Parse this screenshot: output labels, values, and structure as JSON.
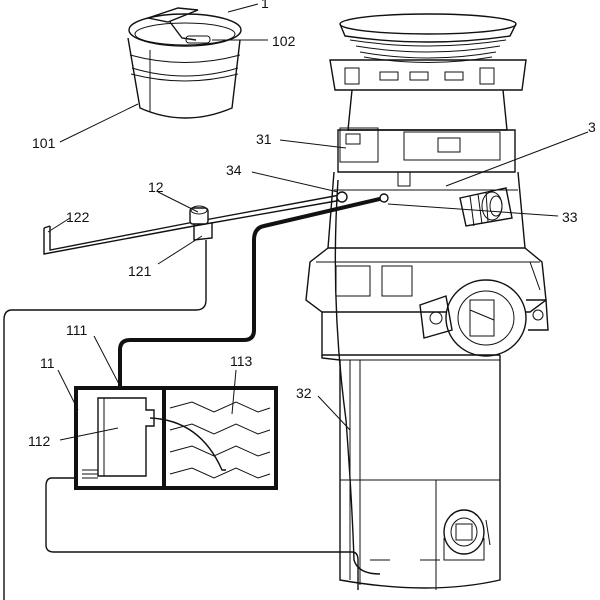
{
  "labels": {
    "l1": "1",
    "l102": "102",
    "l101": "101",
    "l31": "31",
    "l3": "3",
    "l34": "34",
    "l12": "12",
    "l33": "33",
    "l122": "122",
    "l121": "121",
    "l111": "111",
    "l113": "113",
    "l11": "11",
    "l112": "112",
    "l32": "32"
  }
}
